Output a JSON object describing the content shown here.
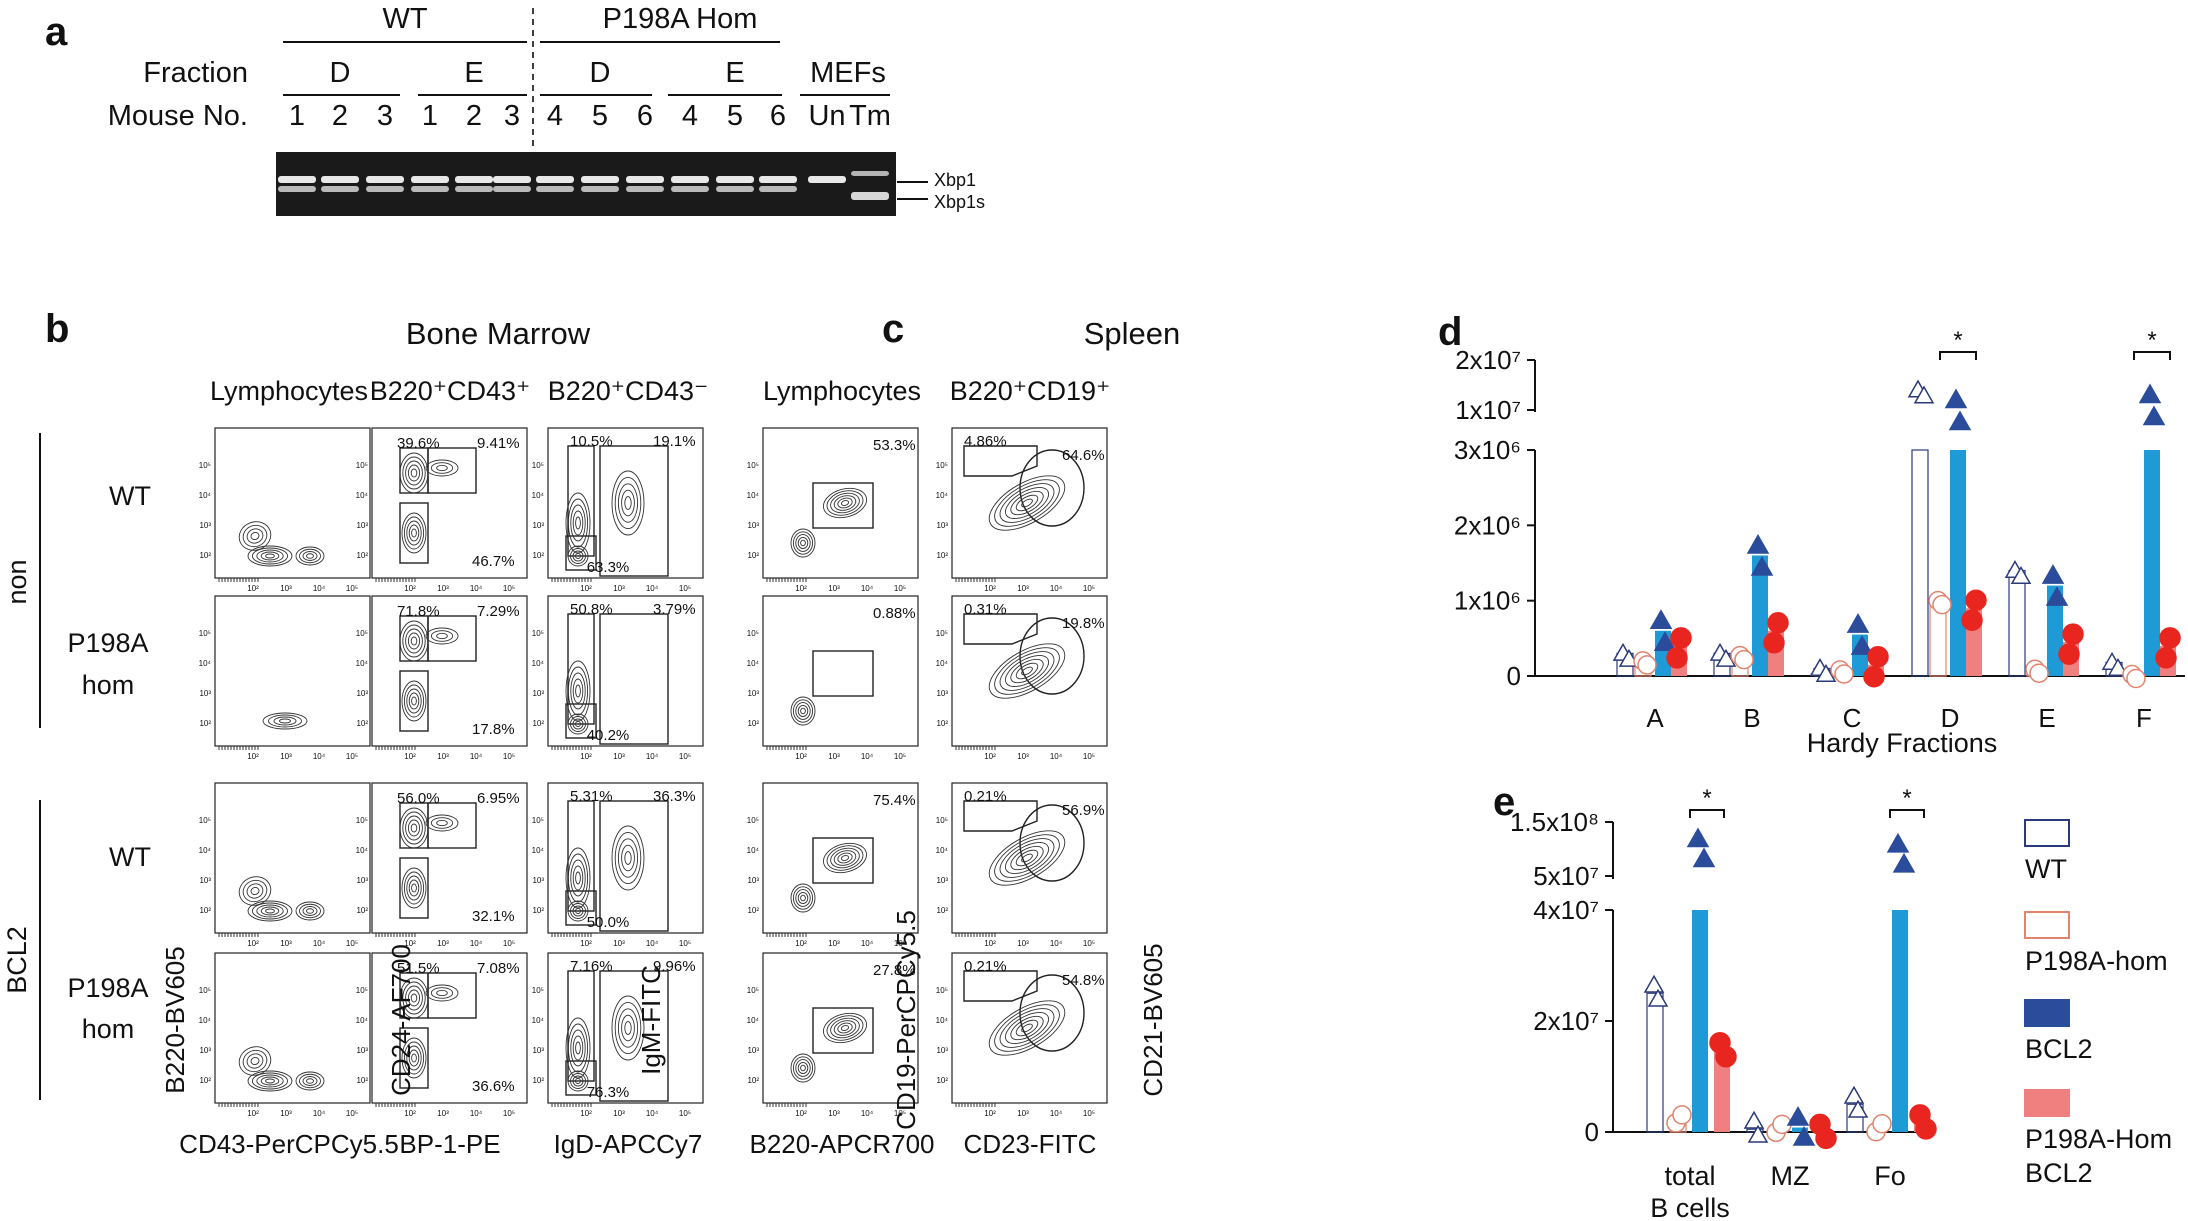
{
  "panel_letters": {
    "a": "a",
    "b": "b",
    "c": "c",
    "d": "d",
    "e": "e"
  },
  "gel": {
    "group_wt": "WT",
    "group_p198a": "P198A Hom",
    "fraction_label": "Fraction",
    "mouse_label": "Mouse No.",
    "mefs_label": "MEFs",
    "fractions": [
      "D",
      "E",
      "D",
      "E"
    ],
    "mice": [
      "1",
      "2",
      "3",
      "1",
      "2",
      "3",
      "4",
      "5",
      "6",
      "4",
      "5",
      "6"
    ],
    "mefs_lanes": [
      "Un",
      "Tm"
    ],
    "band_xbp1": "Xbp1",
    "band_xbp1s": "Xbp1s"
  },
  "flow": {
    "bone_marrow_title": "Bone Marrow",
    "spleen_title": "Spleen",
    "col_titles": [
      "Lymphocytes",
      "B220⁺CD43⁺",
      "B220⁺CD43⁻",
      "Lymphocytes",
      "B220⁺CD19⁺"
    ],
    "group_non": "non",
    "group_bcl2": "BCL2",
    "row_wt": "WT",
    "row_p198a_line1": "P198A",
    "row_p198a_line2": "hom",
    "y_axis_labels": [
      "B220-BV605",
      "CD24-AF700",
      "IgM-FITC",
      "CD19-PerCPCy5.5",
      "CD21-BV605"
    ],
    "x_axis_labels": [
      "CD43-PerCPCy5.5",
      "BP-1-PE",
      "IgD-APCCy7",
      "B220-APCR700",
      "CD23-FITC"
    ],
    "percentages": {
      "cd43pos": [
        [
          "39.6%",
          "9.41%",
          "46.7%"
        ],
        [
          "71.8%",
          "7.29%",
          "17.8%"
        ],
        [
          "56.0%",
          "6.95%",
          "32.1%"
        ],
        [
          "51.5%",
          "7.08%",
          "36.6%"
        ]
      ],
      "cd43neg": [
        [
          "10.5%",
          "19.1%",
          "63.3%"
        ],
        [
          "50.8%",
          "3.79%",
          "40.2%"
        ],
        [
          "5.31%",
          "36.3%",
          "50.0%"
        ],
        [
          "7.16%",
          "9.96%",
          "76.3%"
        ]
      ],
      "spleen_lymph": [
        "53.3%",
        "0.88%",
        "75.4%",
        "27.8%"
      ],
      "spleen_b": [
        [
          "4.86%",
          "64.6%"
        ],
        [
          "0.31%",
          "19.8%"
        ],
        [
          "0.21%",
          "56.9%"
        ],
        [
          "0.21%",
          "54.8%"
        ]
      ]
    },
    "tick_labels": [
      "10²",
      "10³",
      "10⁴",
      "10⁵"
    ]
  },
  "chart_data": [
    {
      "type": "bar",
      "xlabel": "Hardy Fractions",
      "categories": [
        "A",
        "B",
        "C",
        "D",
        "E",
        "F"
      ],
      "y_tick_labels": [
        "0",
        "1x10⁶",
        "2x10⁶",
        "3x10⁶",
        "1x10⁷",
        "2x10⁷"
      ],
      "y_axis": "broken",
      "series": [
        {
          "name": "WT",
          "values": [
            300000,
            300000,
            100000,
            14000000,
            1400000,
            180000
          ]
        },
        {
          "name": "P198A-hom",
          "values": [
            200000,
            270000,
            80000,
            1000000,
            90000,
            20000
          ]
        },
        {
          "name": "BCL2",
          "values": [
            600000,
            1600000,
            550000,
            10000000,
            1200000,
            11000000
          ]
        },
        {
          "name": "P198A-Hom BCL2",
          "values": [
            400000,
            600000,
            150000,
            900000,
            450000,
            400000
          ]
        }
      ],
      "significance": [
        {
          "category": "D",
          "label": "*"
        },
        {
          "category": "F",
          "label": "*"
        }
      ]
    },
    {
      "type": "bar",
      "categories": [
        "total\nB cells",
        "MZ",
        "Fo"
      ],
      "y_tick_labels": [
        "0",
        "2x10⁷",
        "4x10⁷",
        "5x10⁷",
        "1.5x10⁸"
      ],
      "y_axis": "broken",
      "series": [
        {
          "name": "WT",
          "values": [
            25000000,
            500000,
            5000000
          ]
        },
        {
          "name": "P198A-hom",
          "values": [
            2000000,
            300000,
            400000
          ]
        },
        {
          "name": "BCL2",
          "values": [
            100000000,
            800000,
            90000000
          ]
        },
        {
          "name": "P198A-Hom BCL2",
          "values": [
            15000000,
            300000,
            2000000
          ]
        }
      ],
      "significance": [
        {
          "category": "total B cells",
          "label": "*"
        },
        {
          "category": "Fo",
          "label": "*"
        }
      ]
    }
  ],
  "legend": [
    "WT",
    "P198A-hom",
    "BCL2",
    "P198A-Hom\nBCL2"
  ],
  "colors": {
    "wt": "#2b3a7a",
    "p198a": "#e0846f",
    "bcl2_marker": "#2b4c9b",
    "bcl2_bar": "#1e9bd7",
    "p198a_bcl2_bar": "#f08080",
    "p198a_bcl2_marker": "#e8261f"
  }
}
